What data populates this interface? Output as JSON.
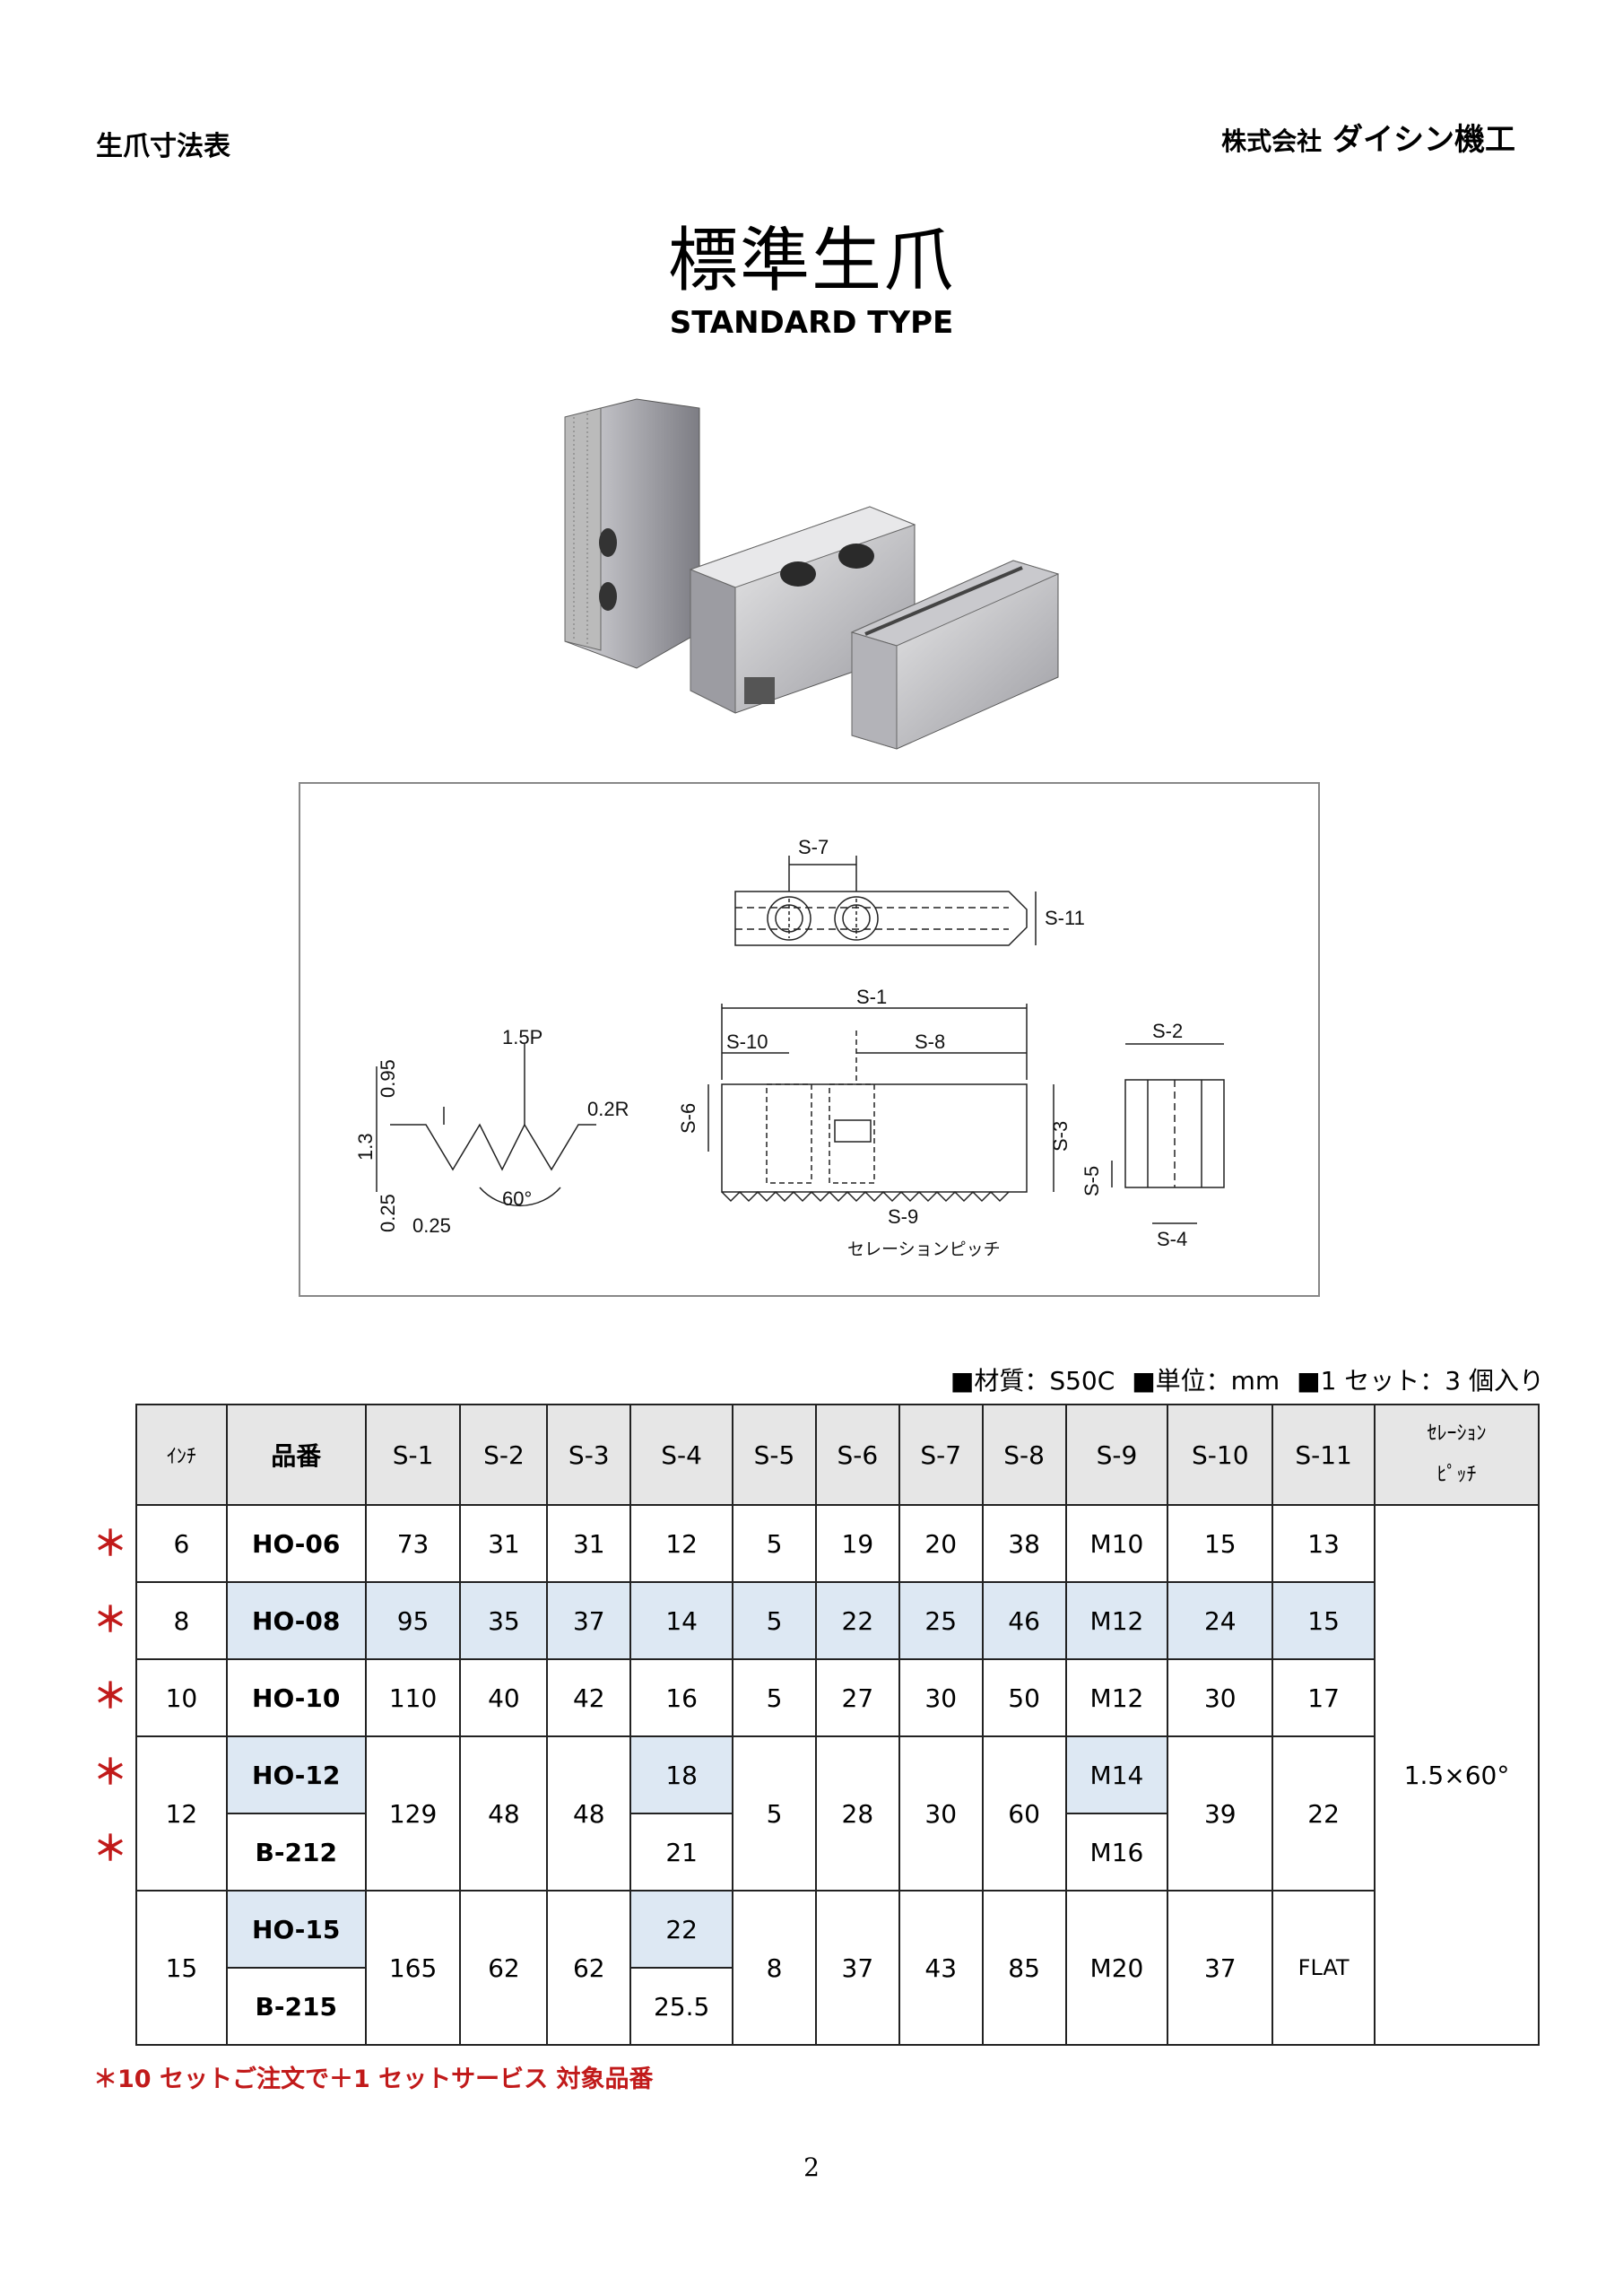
{
  "header": {
    "doc_title": "生爪寸法表",
    "company_prefix": "株式会社",
    "company_name": "ダイシン機工"
  },
  "title": {
    "jp": "標準生爪",
    "en": "STANDARD TYPE"
  },
  "drawing": {
    "labels": {
      "s7": "S-7",
      "s11": "S-11",
      "s1": "S-1",
      "s10": "S-10",
      "s8": "S-8",
      "s2": "S-2",
      "s6": "S-6",
      "s3": "S-3",
      "s5": "S-5",
      "s4": "S-4",
      "s9": "S-9",
      "pitch": "1.5P",
      "r": "0.2R",
      "d095": "0.95",
      "d13": "1.3",
      "d025v": "0.25",
      "d025h": "0.25",
      "angle": "60°",
      "serration": "セレーションピッチ"
    }
  },
  "specs": {
    "material": "■材質：S50C",
    "unit": "■単位：mm",
    "set": "■1 セット：3 個入り"
  },
  "table": {
    "headers": [
      "ｲﾝﾁ",
      "品番",
      "S-1",
      "S-2",
      "S-3",
      "S-4",
      "S-5",
      "S-6",
      "S-7",
      "S-8",
      "S-9",
      "S-10",
      "S-11"
    ],
    "serration_header": [
      "ｾﾚｰｼｮﾝ",
      "ﾋﾟｯﾁ"
    ],
    "serration_value": "1.5×60°",
    "r06": [
      "6",
      "HO-06",
      "73",
      "31",
      "31",
      "12",
      "5",
      "19",
      "20",
      "38",
      "M10",
      "15",
      "13"
    ],
    "r08": [
      "8",
      "HO-08",
      "95",
      "35",
      "37",
      "14",
      "5",
      "22",
      "25",
      "46",
      "M12",
      "24",
      "15"
    ],
    "r10": [
      "10",
      "HO-10",
      "110",
      "40",
      "42",
      "16",
      "5",
      "27",
      "30",
      "50",
      "M12",
      "30",
      "17"
    ],
    "r12": {
      "inch": "12",
      "pn_a": "HO-12",
      "pn_b": "B-212",
      "s1": "129",
      "s2": "48",
      "s3": "48",
      "s4_a": "18",
      "s4_b": "21",
      "s5": "5",
      "s6": "28",
      "s7": "30",
      "s8": "60",
      "s9_a": "M14",
      "s9_b": "M16",
      "s10": "39",
      "s11": "22"
    },
    "r15": {
      "inch": "15",
      "pn_a": "HO-15",
      "pn_b": "B-215",
      "s1": "165",
      "s2": "62",
      "s3": "62",
      "s4_a": "22",
      "s4_b": "25.5",
      "s5": "8",
      "s6": "37",
      "s7": "43",
      "s8": "85",
      "s9": "M20",
      "s10": "37",
      "s11": "FLAT"
    }
  },
  "star": "＊",
  "footnote": "＊10 セットご注文で＋1 セットサービス  対象品番",
  "page_number": "2",
  "colors": {
    "star_red": "#c11a1a",
    "row_highlight": "#dde8f3",
    "header_gray": "#e6e6e6"
  }
}
